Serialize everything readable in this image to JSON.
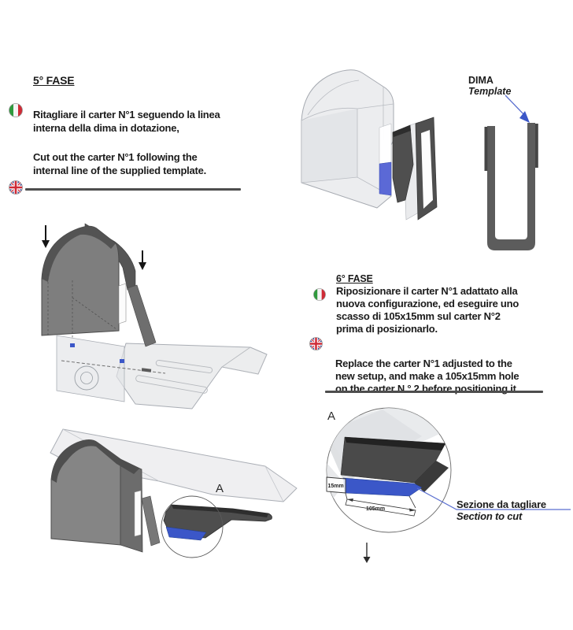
{
  "fase5": {
    "title": "5° FASE",
    "it_lines": [
      "Ritagliare il carter N°1 seguendo la linea",
      "interna della dima in dotazione,"
    ],
    "en_lines": [
      "Cut out the carter N°1 following the",
      "internal line of the supplied template."
    ]
  },
  "fase6": {
    "title": "6° FASE",
    "it_lines": [
      "Riposizionare il carter N°1 adattato alla",
      "nuova configurazione, ed eseguire uno",
      "scasso di 105x15mm sul carter N°2",
      "prima di posizionarlo."
    ],
    "en_lines": [
      "Replace the carter N°1 adjusted to the",
      "new setup, and make a 105x15mm hole",
      "on the carter N ° 2 before positioning it."
    ]
  },
  "template_callout": {
    "title": "DIMA",
    "subtitle": "Template"
  },
  "detail_view": {
    "label": "A",
    "dim_height": "15mm",
    "dim_width": "105mm",
    "cut_label_it": "Sezione da tagliare",
    "cut_label_en": "Section to cut"
  },
  "assembly_bottom": {
    "label": "A"
  },
  "icons": {
    "flag_it": "italy-flag",
    "flag_uk": "uk-flag",
    "down_arrow": "down-arrow"
  },
  "colors": {
    "accent_blue": "#3b57c8",
    "leader_blue": "#5a6fd0",
    "rule_gray": "#4d4d4d",
    "flag_green": "#2f9a3d",
    "flag_red": "#cf2b36",
    "uk_blue": "#2b3f8e",
    "panel_dark": "#4f4f4f",
    "panel_mid": "#7e7e7e"
  }
}
